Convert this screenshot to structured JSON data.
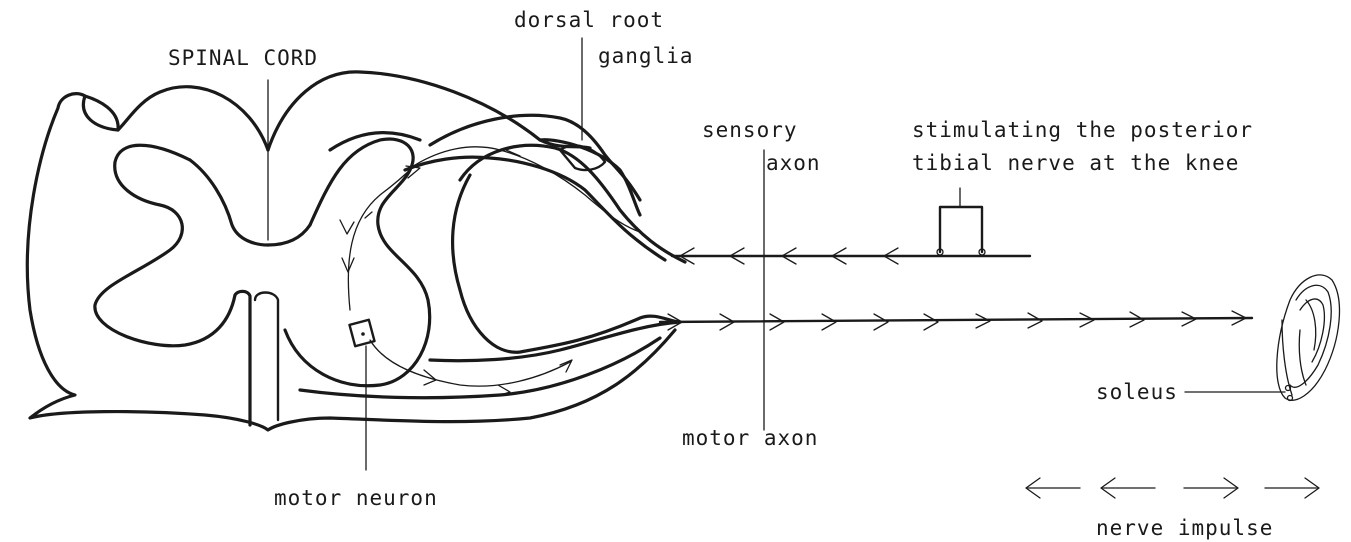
{
  "labels": {
    "spinal_cord": "SPINAL CORD",
    "dorsal_root_line1": "dorsal root",
    "dorsal_root_line2": "ganglia",
    "sensory_line1": "sensory",
    "sensory_line2": "axon",
    "stimulating_line1": "stimulating the posterior",
    "stimulating_line2": "tibial nerve at the knee",
    "motor_axon": "motor axon",
    "motor_neuron": "motor neuron",
    "soleus": "soleus",
    "nerve_impulse": "nerve impulse"
  }
}
